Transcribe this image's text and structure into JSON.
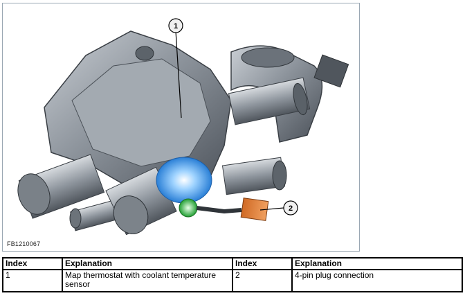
{
  "figure": {
    "code": "FB1210067",
    "callouts": [
      "1",
      "2"
    ]
  },
  "table": {
    "headers": [
      "Index",
      "Explanation",
      "Index",
      "Explanation"
    ],
    "rows": [
      [
        "1",
        "Map thermostat with coolant temperature sensor",
        "2",
        "4-pin plug connection"
      ]
    ]
  }
}
